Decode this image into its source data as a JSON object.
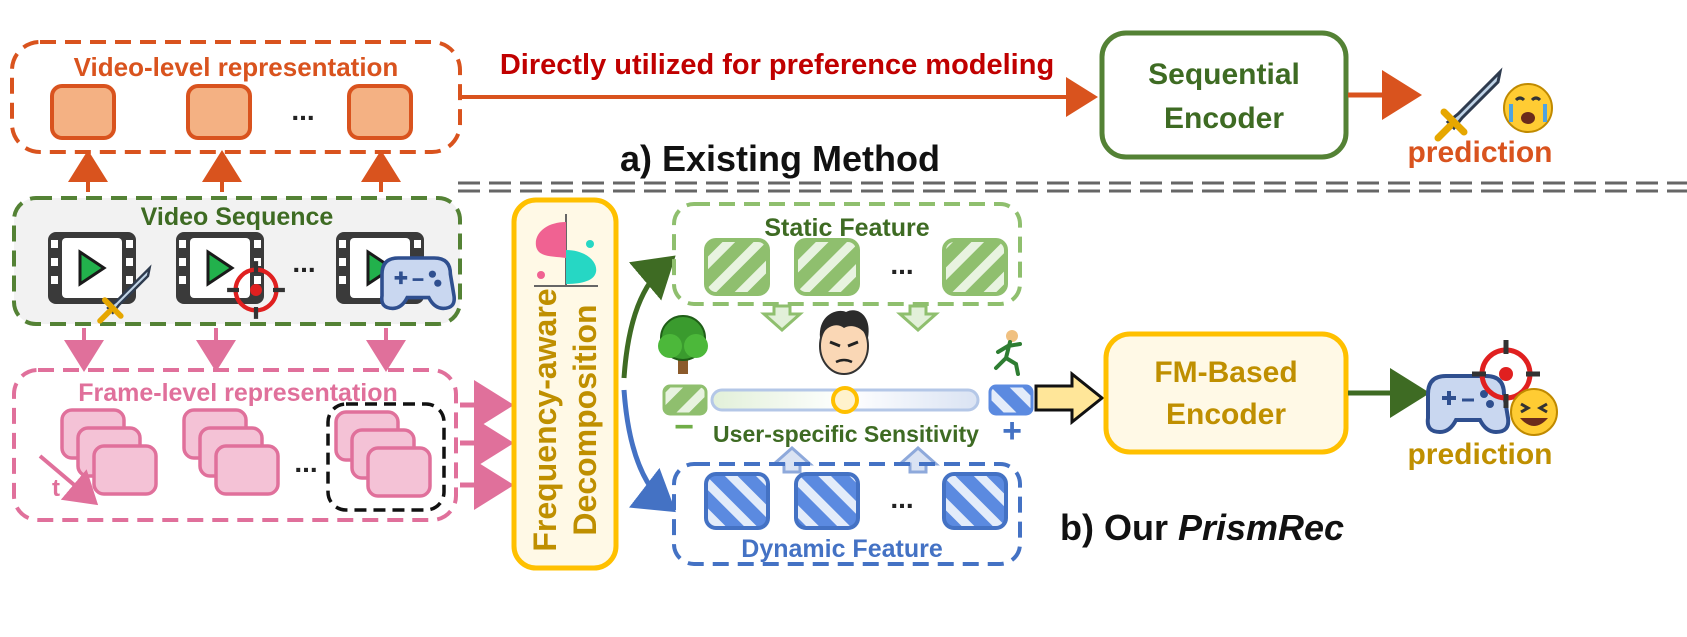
{
  "existing": {
    "video_level_label": "Video-level representation",
    "ellipsis": "...",
    "direct_label": "Directly utilized for preference modeling",
    "encoder_line1": "Sequential",
    "encoder_line2": "Encoder",
    "prediction_label": "prediction",
    "section_title": "a) Existing Method"
  },
  "ours": {
    "video_sequence_label": "Video Sequence",
    "frame_level_label": "Frame-level representation",
    "time_label": "t",
    "decomposition_line1": "Frequency-aware",
    "decomposition_line2": "Decomposition",
    "static_label": "Static Feature",
    "dynamic_label": "Dynamic Feature",
    "sensitivity_label": "User-specific Sensitivity",
    "minus_sign": "−",
    "plus_sign": "+",
    "encoder_line1": "FM-Based",
    "encoder_line2": "Encoder",
    "prediction_label": "prediction",
    "section_title_prefix": "b) Our ",
    "section_title_name": "PrismRec"
  },
  "colors": {
    "orange": "#D9531E",
    "orange_fill": "#F4B183",
    "red_text": "#C00000",
    "green": "#548235",
    "green_fill": "#A9D18E",
    "pink": "#E0709B",
    "pink_fill": "#F4C2D6",
    "blue": "#4472C4",
    "blue_fill": "#8EA9DB",
    "gold": "#FFC000",
    "gold_text": "#BF8F00"
  },
  "icons": [
    "sword-icon",
    "crying-face-icon",
    "crosshair-icon",
    "gamepad-icon",
    "laughing-face-icon",
    "tree-icon",
    "runner-icon",
    "user-face-icon",
    "play-film-icon"
  ]
}
